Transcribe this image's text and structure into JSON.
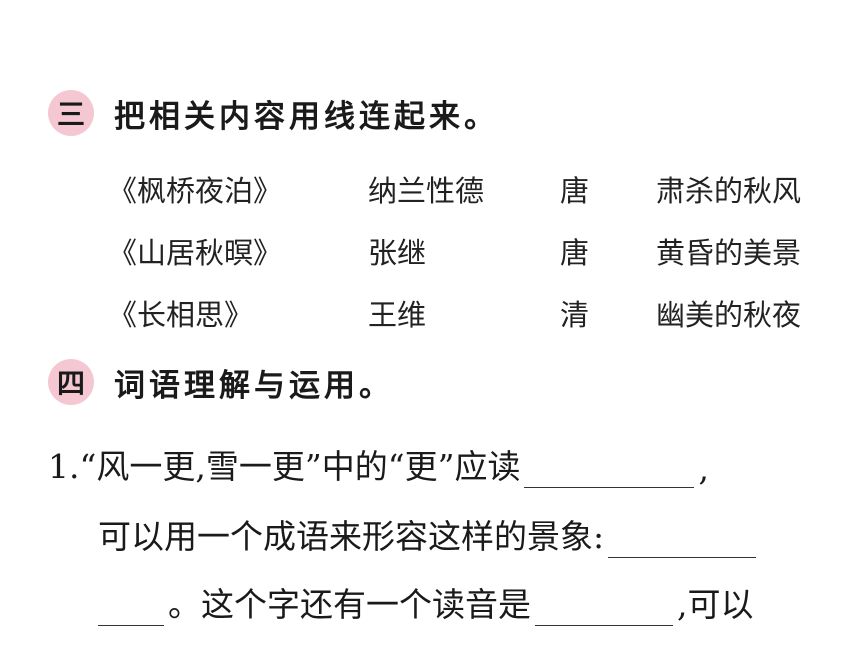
{
  "section3": {
    "number": "三",
    "title": "把相关内容用线连起来。"
  },
  "matching": {
    "rows": [
      {
        "poem": "《枫桥夜泊》",
        "author": "纳兰性德",
        "dynasty": "唐",
        "description": "肃杀的秋风"
      },
      {
        "poem": "《山居秋暝》",
        "author": "张继",
        "dynasty": "唐",
        "description": "黄昏的美景"
      },
      {
        "poem": "《长相思》",
        "author": "王维",
        "dynasty": "清",
        "description": "幽美的秋夜"
      }
    ]
  },
  "section4": {
    "number": "四",
    "title": "词语理解与运用。"
  },
  "question1": {
    "line1_text": "1.“风一更,雪一更”中的“更”应读",
    "line1_end": ",",
    "line2_text": "可以用一个成语来形容这样的景象:",
    "line3_start": "。这个字还有一个读音是",
    "line3_end": ",可以"
  }
}
